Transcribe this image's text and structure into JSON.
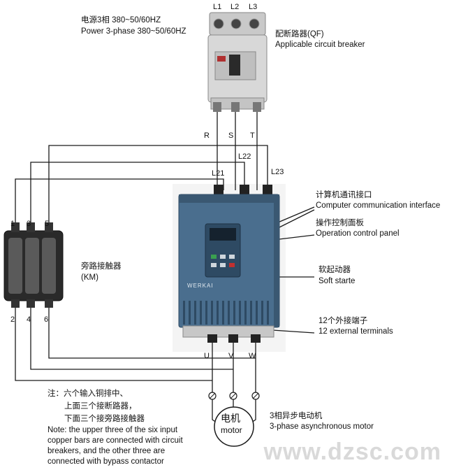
{
  "power_label": {
    "zh": "电源3相 380~50/60HZ",
    "en": "Power 3-phase 380~50/60HZ"
  },
  "phases": {
    "l1": "L1",
    "l2": "L2",
    "l3": "L3"
  },
  "breaker_label": {
    "zh": "配断路器(QF)",
    "en": "Applicable circuit breaker"
  },
  "rst": {
    "r": "R",
    "s": "S",
    "t": "T"
  },
  "bypass_taps": {
    "l21": "L21",
    "l22": "L22",
    "l23": "L23"
  },
  "contactor_terminals_top": {
    "t1": "1",
    "t3": "3",
    "t5": "5"
  },
  "contactor_terminals_bottom": {
    "t2": "2",
    "t4": "4",
    "t6": "6"
  },
  "contactor_label": {
    "zh": "旁路接触器",
    "en": "(KM)"
  },
  "comm_label": {
    "zh": "计算机通讯接口",
    "en": "Computer communication interface"
  },
  "panel_label": {
    "zh": "操作控制面板",
    "en": "Operation control panel"
  },
  "starter_label": {
    "zh": "软起动器",
    "en": "Soft starte"
  },
  "terminals_label": {
    "zh": "12个外接端子",
    "en": "12 external terminals"
  },
  "output": {
    "u": "U",
    "v": "V",
    "w": "W"
  },
  "brand": "WERKAI",
  "motor": {
    "zh": "电机",
    "en": "motor"
  },
  "motor_label": {
    "zh": "3相异步电动机",
    "en": "3-phase asynchronous motor"
  },
  "note": {
    "zh1": "注：六个输入铜排中、",
    "zh2": "上面三个接断路器，",
    "zh3": "下面三个接旁路接触器",
    "en1": "Note: the upper three of the six input",
    "en2": "copper bars are connected with circuit",
    "en3": " breakers, and the other three are",
    "en4": "connected with bypass contactor"
  },
  "watermark": "www.dzsc.com",
  "colors": {
    "wire": "#1a1a1a",
    "starter_body": "#4a6e8e",
    "starter_dark": "#2e4a63",
    "breaker_body": "#d8d8d8",
    "contactor_body": "#2a2a2a"
  }
}
